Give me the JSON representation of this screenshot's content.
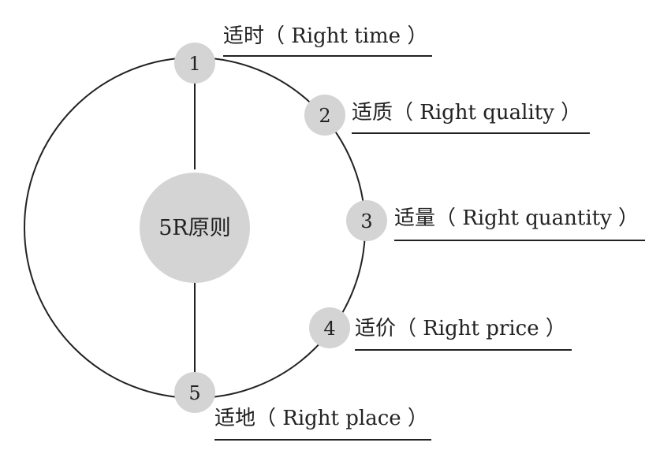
{
  "center": {
    "label": "5R原则"
  },
  "nodes": [
    {
      "number": "1",
      "label": "适时（ Right time ）"
    },
    {
      "number": "2",
      "label": "适质（ Right quality ）"
    },
    {
      "number": "3",
      "label": "适量（ Right quantity ）"
    },
    {
      "number": "4",
      "label": "适价（ Right price ）"
    },
    {
      "number": "5",
      "label": "适地（ Right place ）"
    }
  ],
  "colors": {
    "node_fill": "#d4d4d4",
    "line": "#222222",
    "text": "#222222"
  }
}
